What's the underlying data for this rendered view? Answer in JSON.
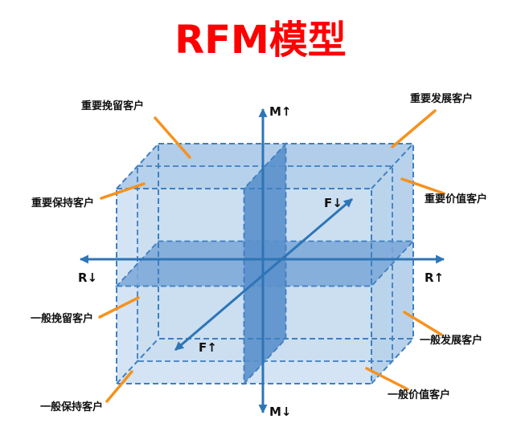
{
  "title": "RFM模型",
  "colors": {
    "title": "#ff0000",
    "axis": "#2e75b6",
    "cube_edge": "#3f7fc1",
    "cube_fill": "#c9ddf1",
    "top_face_fill": "#aac9e8",
    "right_face_fill": "#b3cfea",
    "mid_plane_fill": "#bdd6ee",
    "h_slab_fill": "#7aa7d8",
    "v_slab_fill": "#5a90cb",
    "annotation": "#f5921e",
    "label": "#111111"
  },
  "axes": {
    "m_up": "M↑",
    "m_down": "M↓",
    "r_up": "R↑",
    "r_down": "R↓",
    "f_up": "F↑",
    "f_down": "F↓"
  },
  "segments": [
    {
      "label": "重要挽留客户"
    },
    {
      "label": "重要发展客户"
    },
    {
      "label": "重要保持客户"
    },
    {
      "label": "重要价值客户"
    },
    {
      "label": "一般挽留客户"
    },
    {
      "label": "一般发展客户"
    },
    {
      "label": "一般保持客户"
    },
    {
      "label": "一般价值客户"
    }
  ]
}
